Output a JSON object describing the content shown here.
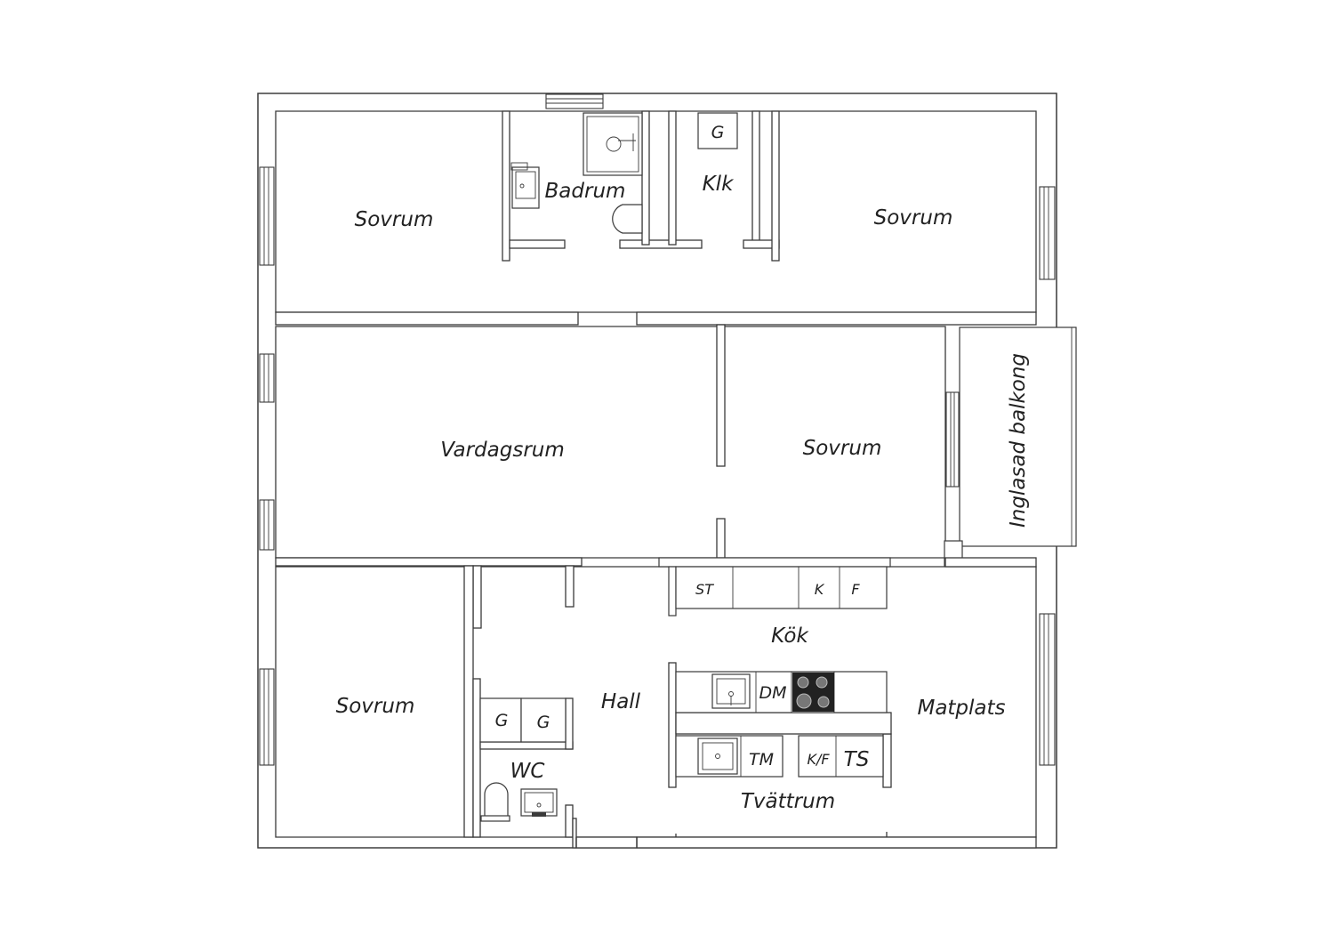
{
  "rooms": {
    "sovrum_nw": "Sovrum",
    "badrum": "Badrum",
    "klk": "Klk",
    "sovrum_ne": "Sovrum",
    "vardagsrum": "Vardagsrum",
    "sovrum_mid": "Sovrum",
    "balkong": "Inglasad balkong",
    "sovrum_sw": "Sovrum",
    "hall": "Hall",
    "kok": "Kök",
    "matplats": "Matplats",
    "wc": "WC",
    "tvattrum": "Tvättrum"
  },
  "fixtures": {
    "klk_g": "G",
    "hall_g1": "G",
    "hall_g2": "G",
    "st": "ST",
    "k": "K",
    "f": "F",
    "dm": "DM",
    "tm": "TM",
    "kf": "K/F",
    "ts": "TS"
  },
  "colors": {
    "wall": "#3a3a3a",
    "stove": "#222222",
    "background": "#ffffff"
  }
}
